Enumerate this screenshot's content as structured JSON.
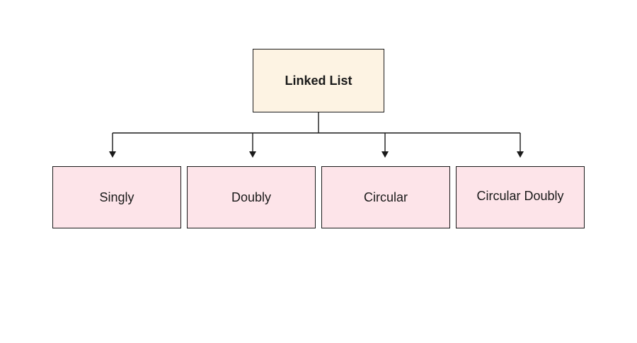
{
  "diagram": {
    "root": {
      "label": "Linked List",
      "fill": "#fdf3e3"
    },
    "children": [
      {
        "label": "Singly"
      },
      {
        "label": "Doubly"
      },
      {
        "label": "Circular"
      },
      {
        "label": "Circular Doubly"
      }
    ],
    "child_fill": "#fde4e9",
    "line_color": "#1a1a1a"
  }
}
